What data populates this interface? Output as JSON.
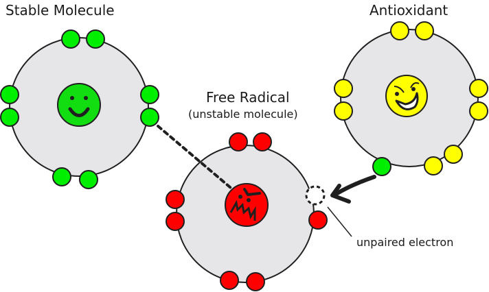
{
  "labels": {
    "stable": "Stable Molecule",
    "radical": "Free Radical",
    "radical_sub": "(unstable molecule)",
    "antioxidant": "Antioxidant",
    "unpaired": "unpaired electron"
  },
  "colors": {
    "green": "#00ee00",
    "green_nucleus": "#11dd11",
    "red": "#ff0000",
    "yellow": "#ffff00",
    "molecule_fill": "#e6e6e8",
    "outline": "#1f1f1f"
  },
  "molecules": [
    {
      "name": "stable-molecule",
      "role": "stable",
      "electron_color": "green",
      "electron_count": 8,
      "face": "smile"
    },
    {
      "name": "free-radical",
      "role": "radical",
      "electron_color": "red",
      "electron_count": 7,
      "face": "angry"
    },
    {
      "name": "antioxidant",
      "role": "antioxidant",
      "electron_color": "yellow",
      "electron_count": 8,
      "donated_electron_color": "green",
      "face": "grin"
    }
  ]
}
